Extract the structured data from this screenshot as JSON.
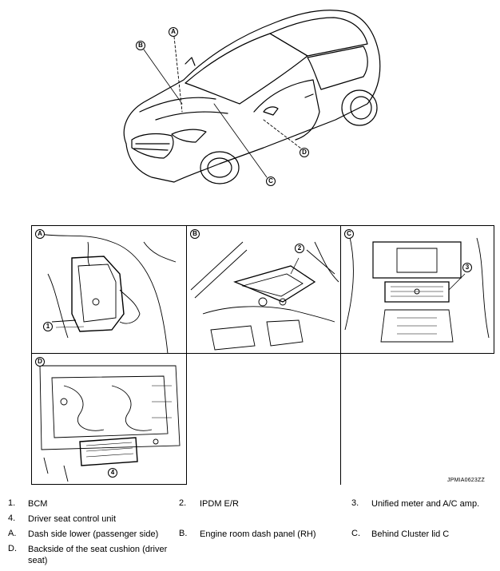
{
  "callouts": {
    "A": "A",
    "B": "B",
    "C": "C",
    "D": "D",
    "n1": "1",
    "n2": "2",
    "n3": "3",
    "n4": "4"
  },
  "figure_code": "JPMIA0623ZZ",
  "legend": [
    {
      "num": "1.",
      "text": "BCM"
    },
    {
      "num": "2.",
      "text": "IPDM E/R"
    },
    {
      "num": "3.",
      "text": "Unified meter and A/C amp."
    },
    {
      "num": "4.",
      "text": "Driver seat control unit"
    },
    {
      "num": "A.",
      "text": "Dash side lower (passenger side)"
    },
    {
      "num": "B.",
      "text": "Engine room dash panel (RH)"
    },
    {
      "num": "C.",
      "text": "Behind Cluster lid C"
    },
    {
      "num": "D.",
      "text": "Backside of the seat cushion (driver seat)"
    }
  ]
}
